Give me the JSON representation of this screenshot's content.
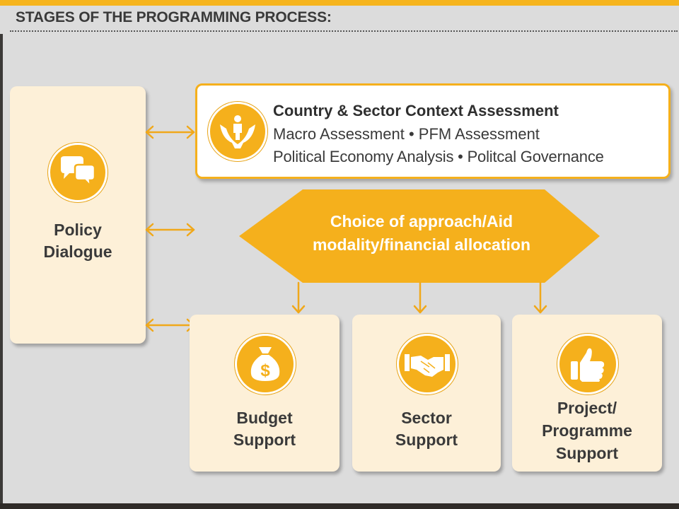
{
  "header": {
    "title": "STAGES OF THE PROGRAMMING PROCESS:"
  },
  "policy": {
    "label": "Policy\nDialogue",
    "icon": "speech-bubbles-icon"
  },
  "context": {
    "icon": "hands-holding-person-icon",
    "title": "Country & Sector Context Assessment",
    "line1": "Macro Assessment • PFM Assessment",
    "line2": "Political Economy Analysis • Politcal Governance"
  },
  "choice": {
    "label": "Choice of approach/Aid\nmodality/financial allocation"
  },
  "supports": [
    {
      "label": "Budget\nSupport",
      "icon": "money-bag-icon"
    },
    {
      "label": "Sector\nSupport",
      "icon": "handshake-icon"
    },
    {
      "label": "Project/\nProgramme\nSupport",
      "icon": "thumbs-up-icon"
    }
  ],
  "colors": {
    "accent": "#f5b01c",
    "box_fill": "#fdf0d8",
    "background": "#dcdcdc",
    "text": "#3a3a3a"
  }
}
